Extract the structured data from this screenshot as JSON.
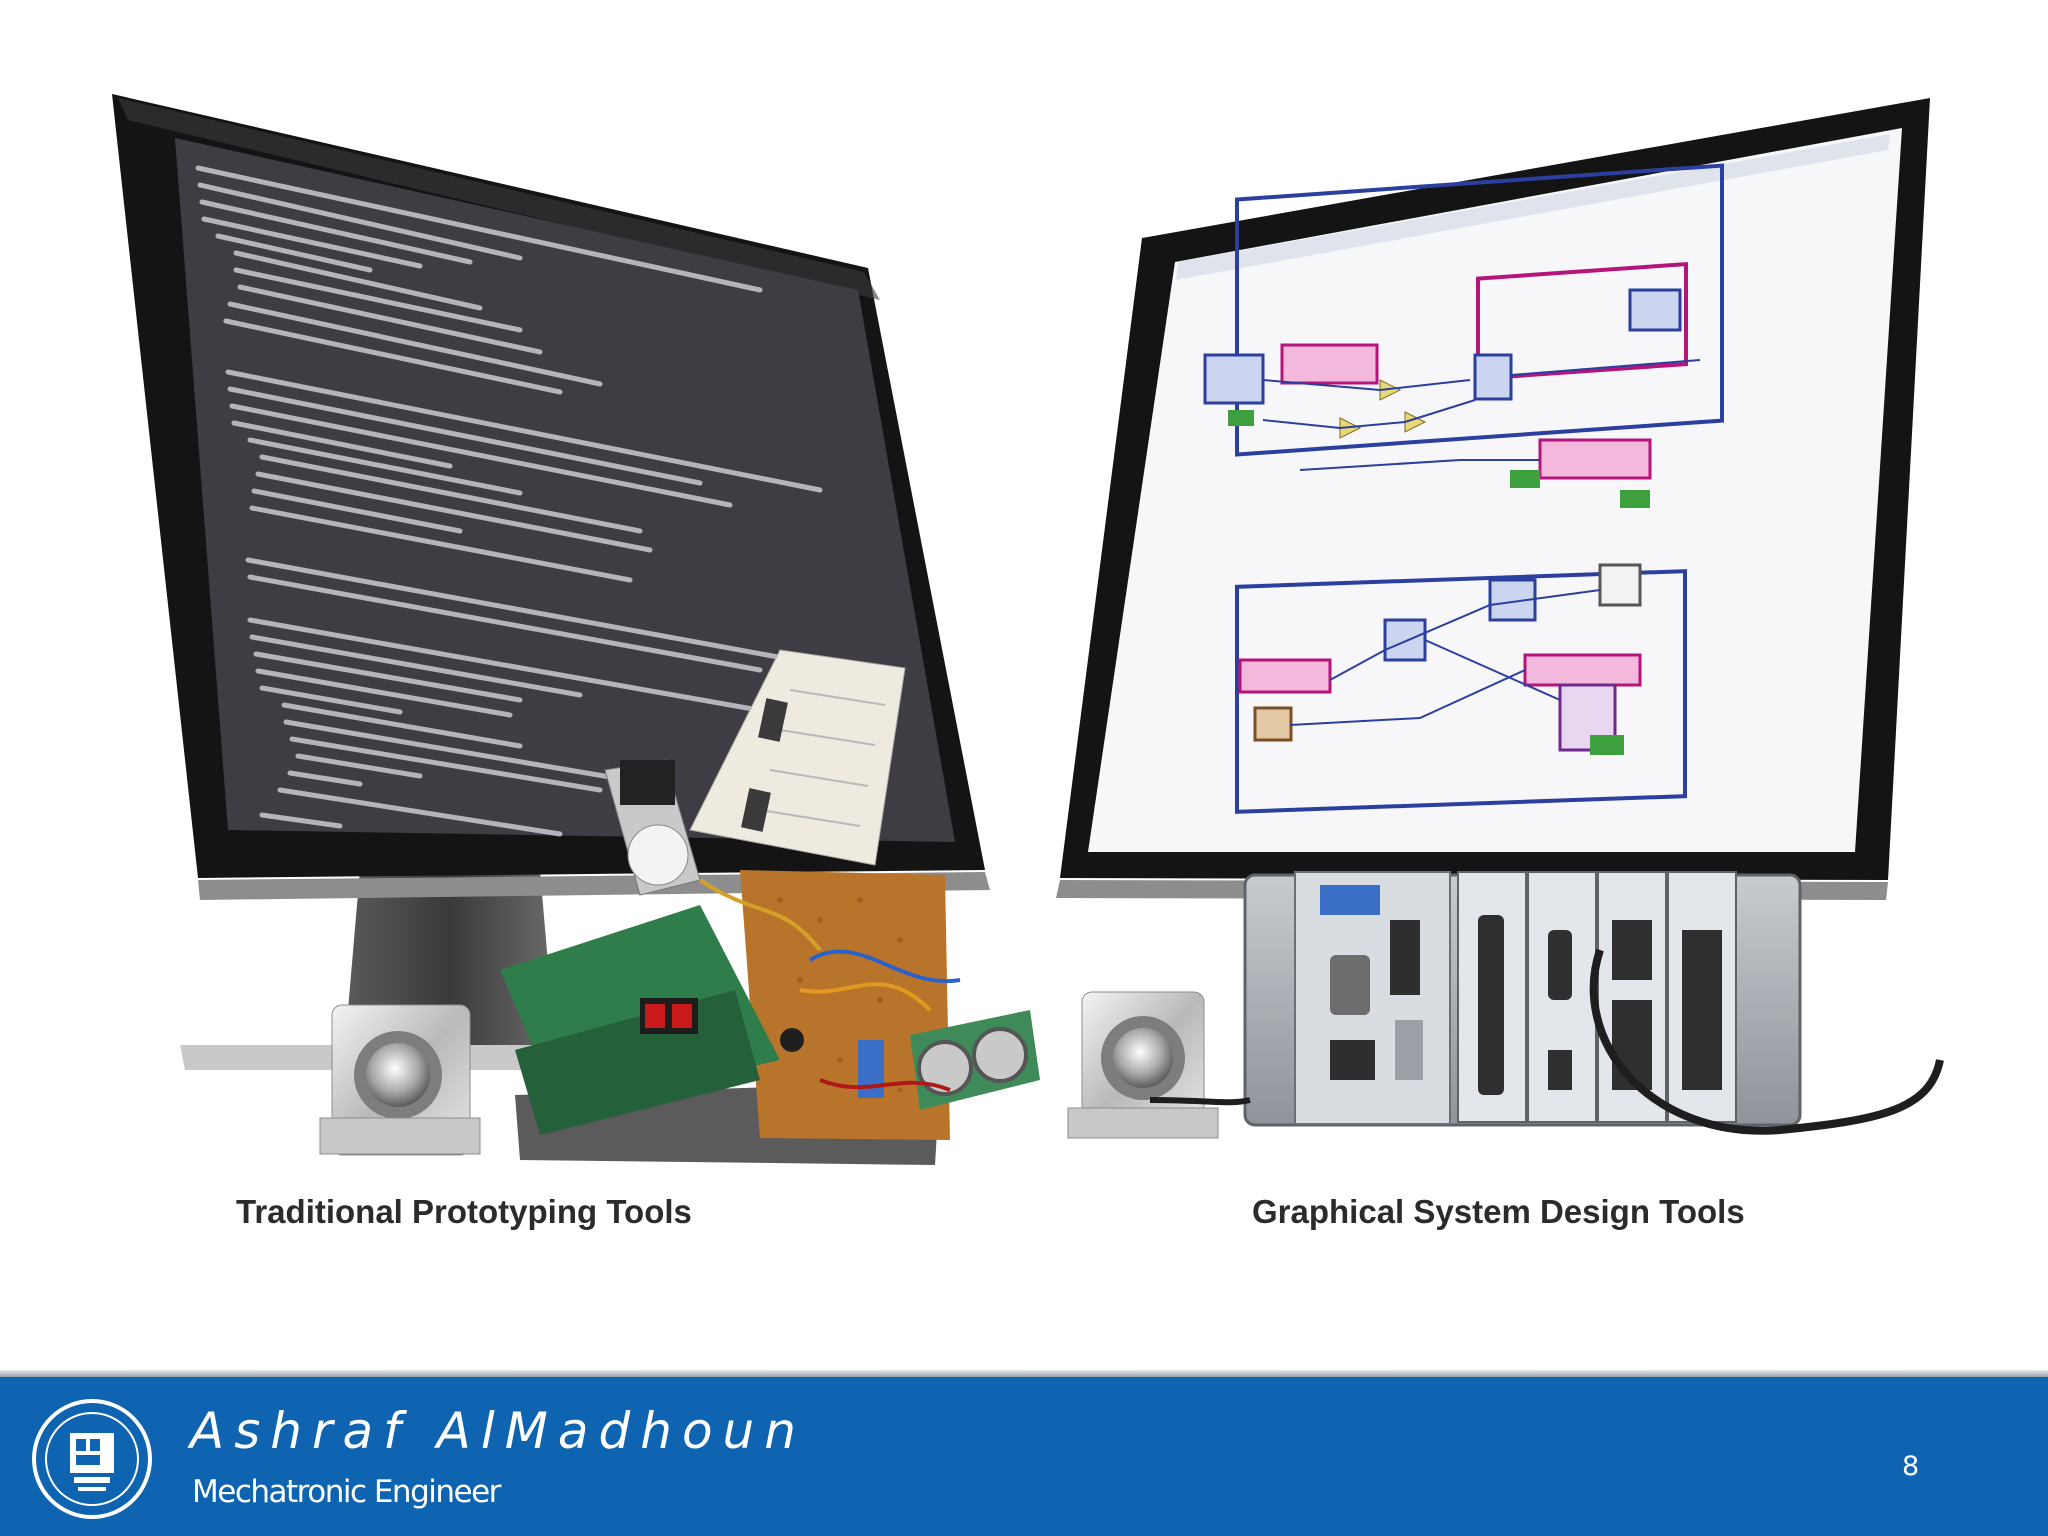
{
  "slide": {
    "left_caption": "Traditional Prototyping Tools",
    "right_caption": "Graphical System Design Tools"
  },
  "footer": {
    "author": "Ashraf AlMadhoun",
    "role": "Mechatronic Engineer",
    "page_number": "8",
    "background_color": "#0e64b0",
    "logo_icon": "university-seal-icon"
  },
  "colors": {
    "screen_dark": "#3f3d44",
    "monitor_frame": "#151515",
    "code_text": "#c9c9cf",
    "block_diagram_pink": "#b5157a",
    "block_diagram_blue": "#2b3f9e"
  }
}
